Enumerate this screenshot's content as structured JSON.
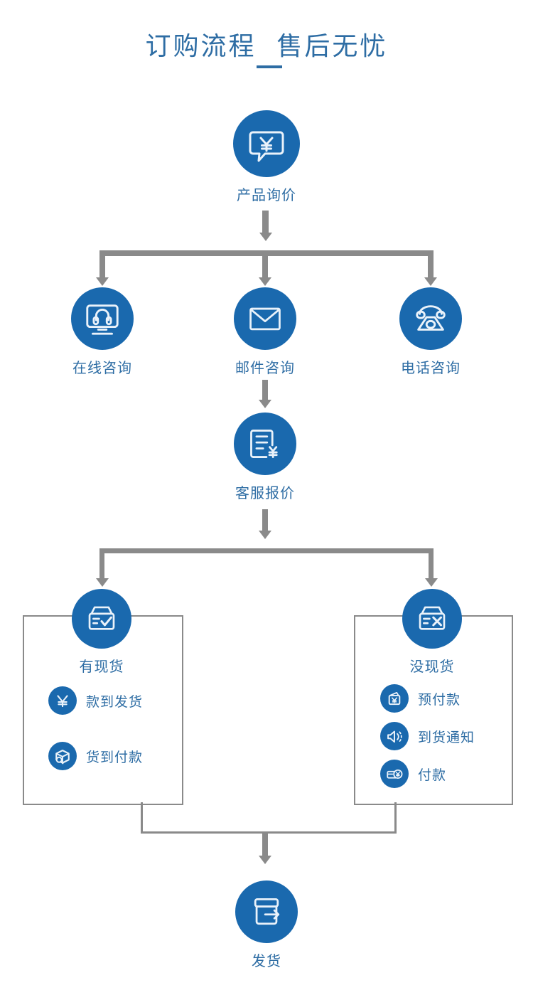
{
  "header": {
    "title": "订购流程  售后无忧"
  },
  "flow": {
    "start": {
      "label": "产品询价",
      "icon": "speech-bubble-yen-icon"
    },
    "channels": [
      {
        "label": "在线咨询",
        "icon": "monitor-headset-icon"
      },
      {
        "label": "邮件咨询",
        "icon": "envelope-icon"
      },
      {
        "label": "电话咨询",
        "icon": "telephone-icon"
      }
    ],
    "quote": {
      "label": "客服报价",
      "icon": "document-yen-icon"
    },
    "branches": [
      {
        "label": "有现货",
        "icon": "box-check-icon",
        "items": [
          {
            "label": "款到发货",
            "icon": "yen-icon"
          },
          {
            "label": "货到付款",
            "icon": "package-search-icon"
          }
        ]
      },
      {
        "label": "没现货",
        "icon": "box-cross-icon",
        "items": [
          {
            "label": "预付款",
            "icon": "wallet-yen-icon"
          },
          {
            "label": "到货通知",
            "icon": "speaker-icon"
          },
          {
            "label": "付款",
            "icon": "card-yen-icon"
          }
        ]
      }
    ],
    "end": {
      "label": "发货",
      "icon": "box-arrow-right-icon"
    }
  },
  "colors": {
    "brand_blue": "#1a69ae",
    "text_blue": "#2e6da4",
    "connector_gray": "#8a8a8a",
    "background": "#ffffff"
  }
}
